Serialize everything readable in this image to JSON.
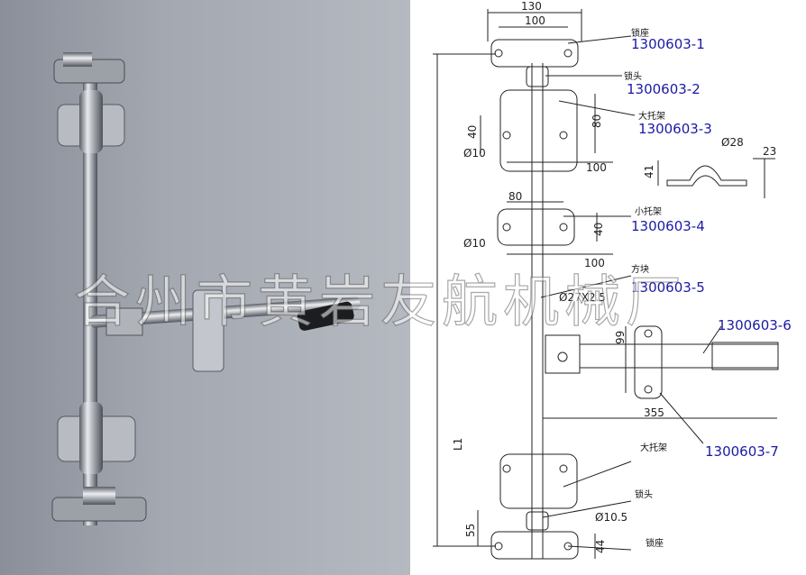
{
  "labels": {
    "lock_seat_top": "锁座",
    "lock_head_top": "锁头",
    "large_bracket_top": "大托架",
    "small_bracket": "小托架",
    "square_block": "方块",
    "large_bracket_bottom": "大托架",
    "lock_head_bottom": "锁头",
    "lock_seat_bottom": "锁座"
  },
  "parts": {
    "p1": "1300603-1",
    "p2": "1300603-2",
    "p3": "1300603-3",
    "p4": "1300603-4",
    "p5": "1300603-5",
    "p6": "1300603-6",
    "p7": "1300603-7"
  },
  "dims": {
    "w130": "130",
    "w100_top": "100",
    "h80": "80",
    "h40_large": "40",
    "d10_large": "Ø10",
    "w100_large": "100",
    "d28": "Ø28",
    "v23": "23",
    "v41": "41",
    "w80_small": "80",
    "d10_small": "Ø10",
    "h40_small": "40",
    "w100_small": "100",
    "tube": "Ø27X2.5",
    "h99": "99",
    "w355": "355",
    "L1": "L1",
    "h55": "55",
    "d10_5": "Ø10.5",
    "h44": "44"
  },
  "watermark": "合州市黄岩友航机械厂",
  "colors": {
    "part_label": "#1a1aa6",
    "line": "#222222",
    "photo_bg": "#a3a8b1"
  }
}
